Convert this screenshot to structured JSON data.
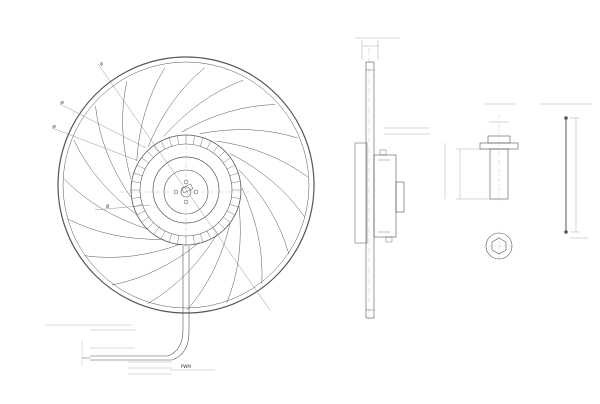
{
  "labels": {
    "front_dia": "Ø",
    "d1": "Ø",
    "d2": "Ø",
    "d3": "Ø",
    "side_dim": "",
    "side_small": "",
    "bolt_top": "",
    "bolt_height": "",
    "conn_top": "",
    "conn_len": "",
    "cable_label": "",
    "cable_a": "",
    "cable_b": "",
    "cable_c": "",
    "cable_d": "",
    "pwm": "PWM"
  },
  "fan": {
    "blade_count": 19
  },
  "colors": {
    "line": "#555555",
    "thin": "#777777",
    "background": "#ffffff"
  }
}
